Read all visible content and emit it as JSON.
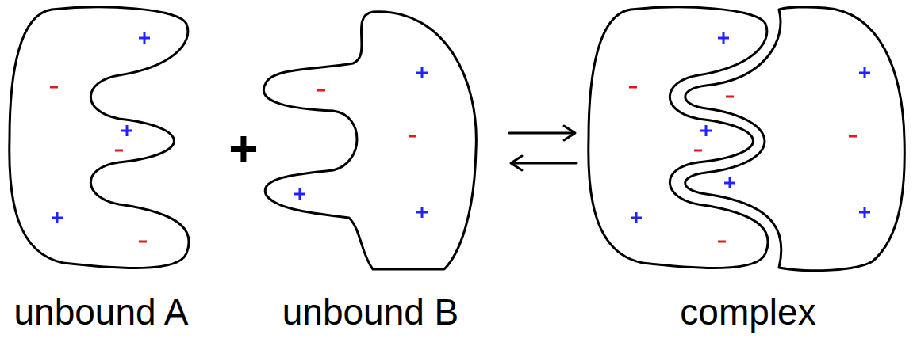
{
  "diagram": {
    "nodes": [
      {
        "text": [
          "unbound A"
        ]
      },
      {
        "text": [
          "unbound B"
        ]
      },
      {
        "text": [
          "complex"
        ]
      }
    ],
    "labels": [
      "+"
    ]
  }
}
